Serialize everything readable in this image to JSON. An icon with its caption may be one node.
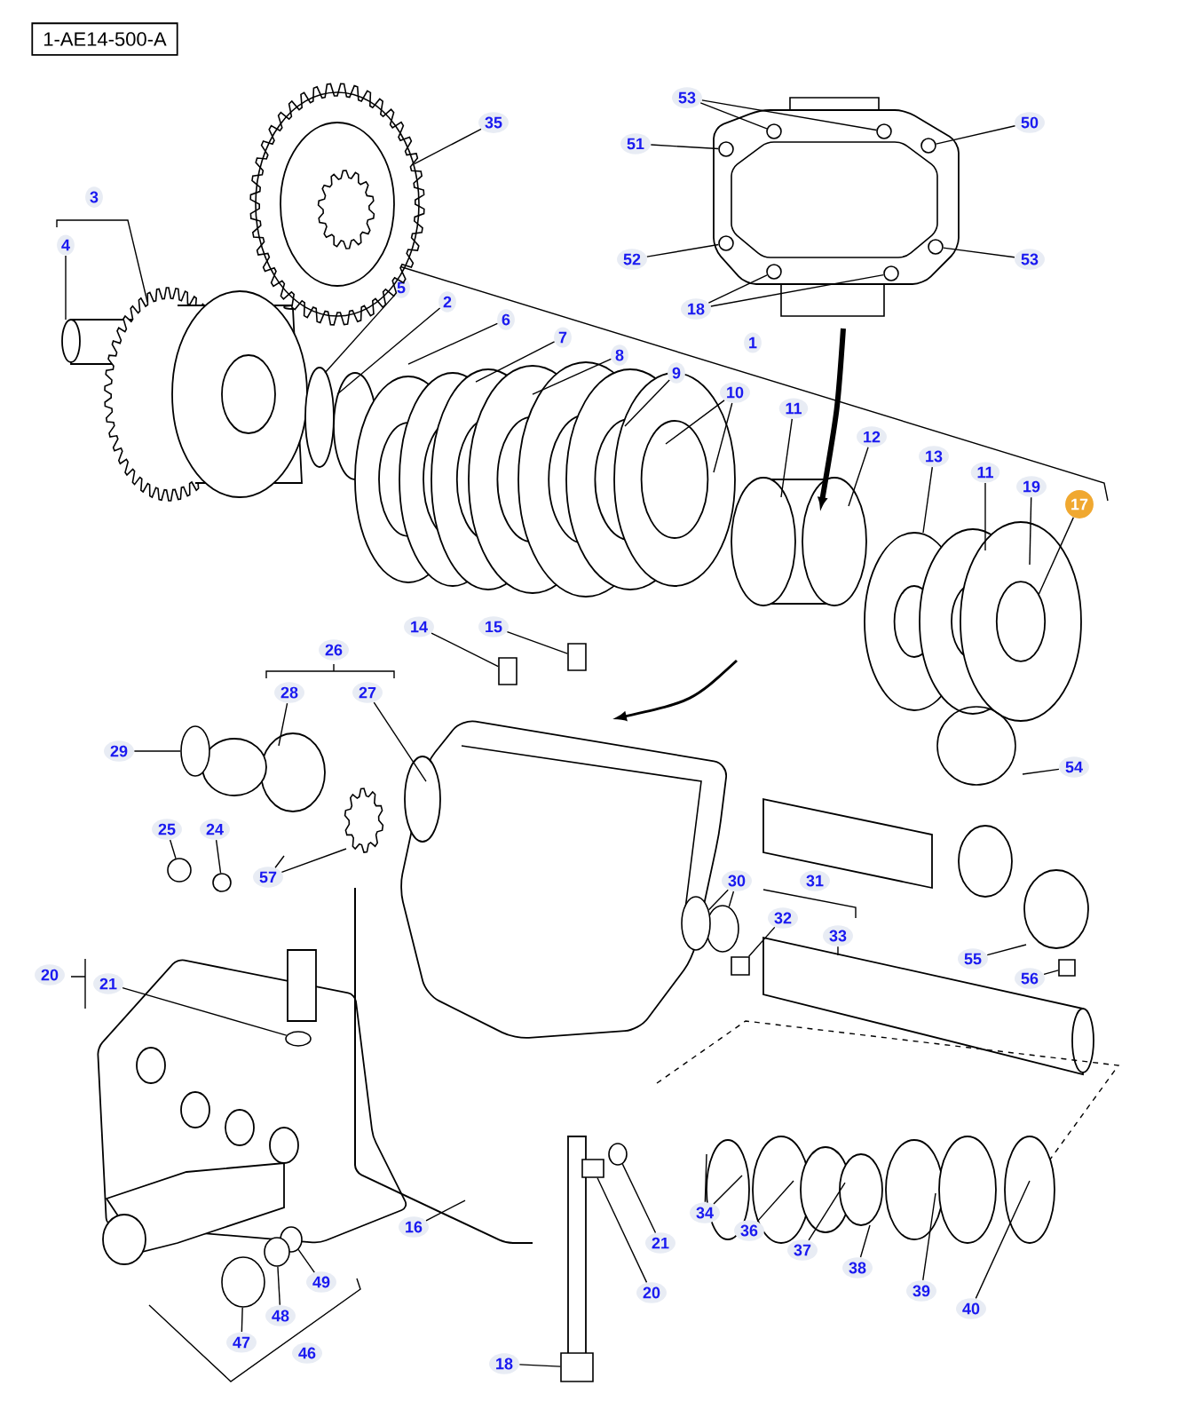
{
  "diagram": {
    "nodes": [
      {
        "text": [
          "1-AE14-500-A"
        ]
      },
      {
        "text": [
          "35"
        ]
      },
      {
        "text": [
          "53"
        ]
      },
      {
        "text": [
          "51"
        ]
      },
      {
        "text": [
          "50"
        ]
      },
      {
        "text": [
          "3"
        ]
      },
      {
        "text": [
          "4"
        ]
      },
      {
        "text": [
          "52"
        ]
      },
      {
        "text": [
          "53"
        ]
      },
      {
        "text": [
          "5"
        ]
      },
      {
        "text": [
          "2"
        ]
      },
      {
        "text": [
          "18"
        ]
      },
      {
        "text": [
          "6"
        ]
      },
      {
        "text": [
          "7"
        ]
      },
      {
        "text": [
          "1"
        ]
      },
      {
        "text": [
          "8"
        ]
      },
      {
        "text": [
          "9"
        ]
      },
      {
        "text": [
          "10"
        ]
      },
      {
        "text": [
          "11"
        ]
      },
      {
        "text": [
          "12"
        ]
      },
      {
        "text": [
          "13"
        ]
      },
      {
        "text": [
          "11"
        ]
      },
      {
        "text": [
          "19"
        ]
      },
      {
        "text": [
          "17"
        ]
      },
      {
        "text": [
          "14"
        ]
      },
      {
        "text": [
          "15"
        ]
      },
      {
        "text": [
          "26"
        ]
      },
      {
        "text": [
          "28"
        ]
      },
      {
        "text": [
          "27"
        ]
      },
      {
        "text": [
          "29"
        ]
      },
      {
        "text": [
          "54"
        ]
      },
      {
        "text": [
          "25"
        ]
      },
      {
        "text": [
          "24"
        ]
      },
      {
        "text": [
          "57"
        ]
      },
      {
        "text": [
          "30"
        ]
      },
      {
        "text": [
          "31"
        ]
      },
      {
        "text": [
          "32"
        ]
      },
      {
        "text": [
          "33"
        ]
      },
      {
        "text": [
          "55"
        ]
      },
      {
        "text": [
          "20"
        ]
      },
      {
        "text": [
          "21"
        ]
      },
      {
        "text": [
          "56"
        ]
      },
      {
        "text": [
          "34"
        ]
      },
      {
        "text": [
          "16"
        ]
      },
      {
        "text": [
          "36"
        ]
      },
      {
        "text": [
          "21"
        ]
      },
      {
        "text": [
          "37"
        ]
      },
      {
        "text": [
          "38"
        ]
      },
      {
        "text": [
          "49"
        ]
      },
      {
        "text": [
          "39"
        ]
      },
      {
        "text": [
          "20"
        ]
      },
      {
        "text": [
          "48"
        ]
      },
      {
        "text": [
          "40"
        ]
      },
      {
        "text": [
          "47"
        ]
      },
      {
        "text": [
          "46"
        ]
      },
      {
        "text": [
          "18"
        ]
      },
      {
        "text": [],
        "shape": "circle"
      },
      {
        "text": [],
        "shape": "circle"
      },
      {
        "text": [],
        "shape": "circle"
      },
      {
        "text": [],
        "shape": "circle"
      },
      {
        "text": [],
        "shape": "circle"
      },
      {
        "text": [],
        "shape": "circle"
      },
      {
        "text": [],
        "shape": "circle"
      },
      {
        "text": [],
        "shape": "circle"
      },
      {
        "text": [],
        "shape": "circle"
      },
      {
        "text": [],
        "shape": "circle"
      },
      {
        "text": [],
        "shape": "box"
      },
      {
        "text": [],
        "shape": "box"
      },
      {
        "text": [],
        "shape": "box"
      },
      {
        "text": [],
        "shape": "circle"
      },
      {
        "text": [],
        "shape": "circle"
      },
      {
        "text": [],
        "shape": "circle"
      },
      {
        "text": [],
        "shape": "circle"
      },
      {
        "text": [],
        "shape": "circle"
      },
      {
        "text": [],
        "shape": "circle"
      },
      {
        "text": [],
        "shape": "circle"
      },
      {
        "text": [],
        "shape": "box"
      },
      {
        "text": [],
        "shape": "circle"
      },
      {
        "text": [],
        "shape": "circle"
      },
      {
        "text": [],
        "shape": "box"
      },
      {
        "text": [],
        "shape": "box"
      }
    ],
    "edges": [
      {
        "from": 1,
        "to": 78,
        "arrow": "none"
      },
      {
        "from": 2,
        "to": 57,
        "arrow": "none"
      },
      {
        "from": 2,
        "to": 58,
        "arrow": "none"
      },
      {
        "from": 3,
        "to": 56,
        "arrow": "none"
      },
      {
        "from": 4,
        "to": 59,
        "arrow": "none"
      },
      {
        "from": 6,
        "to": null,
        "arrow": "none"
      },
      {
        "from": 7,
        "to": 60,
        "arrow": "none"
      },
      {
        "from": 8,
        "to": 63,
        "arrow": "none"
      },
      {
        "from": 9,
        "to": null,
        "arrow": "none"
      },
      {
        "from": 10,
        "to": null,
        "arrow": "none"
      },
      {
        "from": 11,
        "to": 61,
        "arrow": "none"
      },
      {
        "from": 11,
        "to": 62,
        "arrow": "none"
      },
      {
        "from": 12,
        "to": null,
        "arrow": "none"
      },
      {
        "from": 13,
        "to": null,
        "arrow": "none"
      },
      {
        "from": 15,
        "to": null,
        "arrow": "none"
      },
      {
        "from": 16,
        "to": null,
        "arrow": "none"
      },
      {
        "from": 17,
        "to": null,
        "arrow": "none"
      },
      {
        "from": 17,
        "to": null,
        "arrow": "none"
      },
      {
        "from": 18,
        "to": null,
        "arrow": "none"
      },
      {
        "from": 19,
        "to": null,
        "arrow": "none"
      },
      {
        "from": 20,
        "to": null,
        "arrow": "none"
      },
      {
        "from": 21,
        "to": null,
        "arrow": "none"
      },
      {
        "from": 22,
        "to": null,
        "arrow": "none"
      },
      {
        "from": 23,
        "to": null,
        "arrow": "none"
      },
      {
        "from": 24,
        "to": 67,
        "arrow": "none"
      },
      {
        "from": 25,
        "to": 68,
        "arrow": "none"
      },
      {
        "from": 27,
        "to": null,
        "arrow": "none"
      },
      {
        "from": 28,
        "to": null,
        "arrow": "none"
      },
      {
        "from": 29,
        "to": 69,
        "arrow": "none"
      },
      {
        "from": 30,
        "to": null,
        "arrow": "none"
      },
      {
        "from": 31,
        "to": 64,
        "arrow": "none"
      },
      {
        "from": 32,
        "to": 65,
        "arrow": "none"
      },
      {
        "from": 33,
        "to": null,
        "arrow": "none"
      },
      {
        "from": 33,
        "to": null,
        "arrow": "none"
      },
      {
        "from": 34,
        "to": 77,
        "arrow": "none"
      },
      {
        "from": 34,
        "to": 70,
        "arrow": "none"
      },
      {
        "from": 36,
        "to": 79,
        "arrow": "none"
      },
      {
        "from": 37,
        "to": null,
        "arrow": "none"
      },
      {
        "from": 38,
        "to": null,
        "arrow": "none"
      },
      {
        "from": 40,
        "to": 71,
        "arrow": "none"
      },
      {
        "from": 41,
        "to": 66,
        "arrow": "none"
      },
      {
        "from": 42,
        "to": null,
        "arrow": "none"
      },
      {
        "from": 42,
        "to": null,
        "arrow": "none"
      },
      {
        "from": 43,
        "to": null,
        "arrow": "none"
      },
      {
        "from": 44,
        "to": null,
        "arrow": "none"
      },
      {
        "from": 45,
        "to": 72,
        "arrow": "none"
      },
      {
        "from": 46,
        "to": null,
        "arrow": "none"
      },
      {
        "from": 47,
        "to": null,
        "arrow": "none"
      },
      {
        "from": 48,
        "to": 73,
        "arrow": "none"
      },
      {
        "from": 49,
        "to": null,
        "arrow": "none"
      },
      {
        "from": 50,
        "to": 80,
        "arrow": "none"
      },
      {
        "from": 51,
        "to": 74,
        "arrow": "none"
      },
      {
        "from": 52,
        "to": null,
        "arrow": "none"
      },
      {
        "from": 53,
        "to": 75,
        "arrow": "none"
      },
      {
        "from": 55,
        "to": 76,
        "arrow": "none"
      }
    ]
  }
}
